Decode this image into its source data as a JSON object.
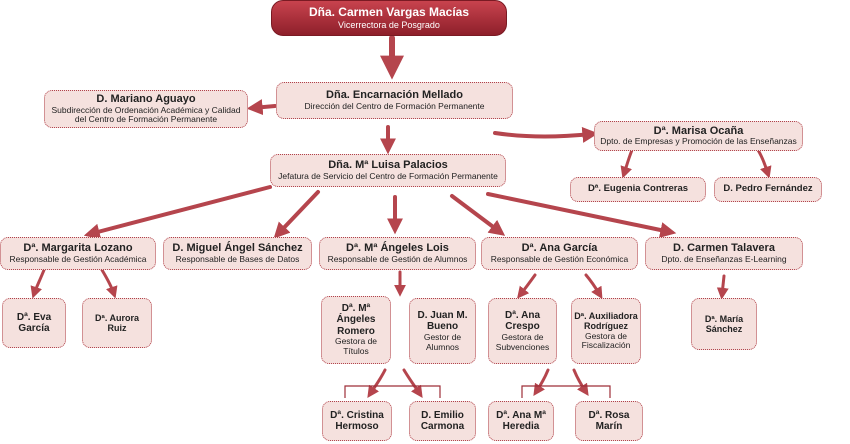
{
  "top": {
    "name": "Dña. Carmen Vargas Macías",
    "role": "Vicerrectora de Posgrado"
  },
  "direccion": {
    "name": "Dña. Encarnación Mellado",
    "role": "Dirección del Centro de Formación Permanente"
  },
  "subdireccion": {
    "name": "D. Mariano Aguayo",
    "role_line1": "Subdirección de Ordenación Académica y Calidad",
    "role_line2": "del Centro de Formación Permanente"
  },
  "empresas": {
    "name": "Dª. Marisa Ocaña",
    "role": "Dpto. de Empresas y Promoción de las Enseñanzas"
  },
  "eugenia": {
    "name": "Dª. Eugenia Contreras"
  },
  "pedro": {
    "name": "D. Pedro Fernández"
  },
  "jefatura": {
    "name": "Dña. Mª Luisa Palacios",
    "role": "Jefatura de Servicio del Centro de Formación Permanente"
  },
  "margarita": {
    "name": "Dª. Margarita Lozano",
    "role": "Responsable de Gestión Académica"
  },
  "miguel": {
    "name": "D. Miguel Ángel Sánchez",
    "role": "Responsable de Bases de Datos"
  },
  "angeles": {
    "name": "Dª. Mª Ángeles Lois",
    "role": "Responsable de Gestión de Alumnos"
  },
  "ana_garcia": {
    "name": "Dª. Ana García",
    "role": "Responsable de Gestión Económica"
  },
  "carmen_t": {
    "name": "D. Carmen Talavera",
    "role": "Dpto. de Enseñanzas E-Learning"
  },
  "eva": {
    "line1": "Dª. Eva",
    "line2": "García"
  },
  "aurora": {
    "line1": "Dª. Aurora",
    "line2": "Ruiz"
  },
  "angeles_romero": {
    "line1": "Dª. Mª",
    "line2": "Ángeles",
    "line3": "Romero",
    "role1": "Gestora de",
    "role2": "Títulos"
  },
  "juan": {
    "line1": "D. Juan M.",
    "line2": "Bueno",
    "role1": "Gestor de",
    "role2": "Alumnos"
  },
  "ana_crespo": {
    "line1": "Dª. Ana",
    "line2": "Crespo",
    "role1": "Gestora de",
    "role2": "Subvenciones"
  },
  "auxiliadora": {
    "line1": "Dª. Auxiliadora",
    "line2": "Rodríguez",
    "role1": "Gestora de",
    "role2": "Fiscalización"
  },
  "maria": {
    "line1": "Dª. María",
    "line2": "Sánchez"
  },
  "cristina": {
    "line1": "Dª. Cristina",
    "line2": "Hermoso"
  },
  "emilio": {
    "line1": "D. Emilio",
    "line2": "Carmona"
  },
  "ana_heredia": {
    "line1": "Dª. Ana Mª",
    "line2": "Heredia"
  },
  "rosa": {
    "line1": "Dª. Rosa",
    "line2": "Marín"
  }
}
